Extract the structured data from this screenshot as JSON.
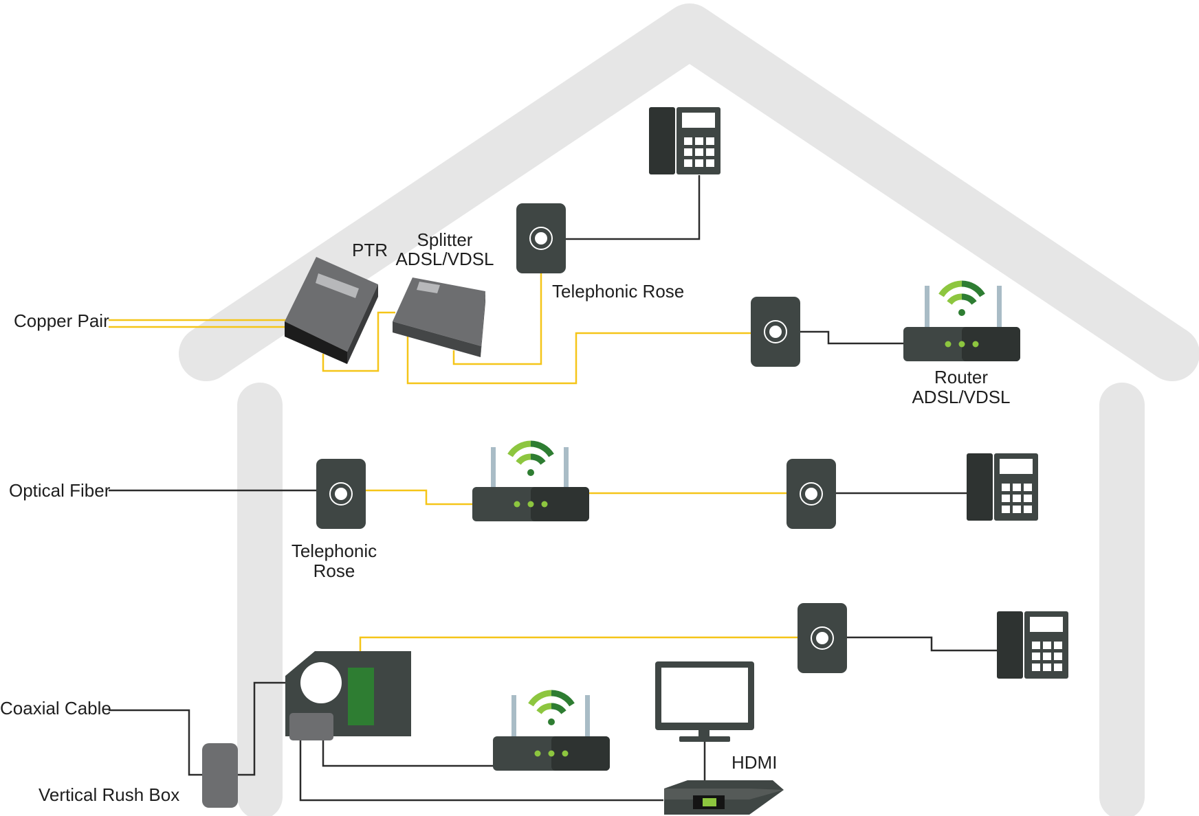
{
  "colors": {
    "house": "#e6e6e6",
    "dark": "#3f4644",
    "darker": "#2e3331",
    "gray": "#6d6e70",
    "yellow_wire": "#f5c518",
    "black_wire": "#2b2b2b",
    "green_light": "#8dc63f",
    "green_dark": "#2e7d32",
    "antenna": "#a9bcc6"
  },
  "labels": {
    "copper_pair": "Copper Pair",
    "optical_fiber": "Optical Fiber",
    "coaxial_cable": "Coaxial Cable",
    "vertical_rush_box": "Vertical Rush Box",
    "ptr": "PTR",
    "splitter_line1": "Splitter",
    "splitter_line2": "ADSL/VDSL",
    "telephonic_rose_top": "Telephonic Rose",
    "router_line1": "Router",
    "router_line2": "ADSL/VDSL",
    "telephonic_rose_mid_line1": "Telephonic",
    "telephonic_rose_mid_line2": "Rose",
    "hdmi": "HDMI"
  },
  "icons": [
    "house-outline",
    "telephone-icon",
    "wall-socket-icon",
    "router-icon",
    "wifi-icon",
    "ptr-box-icon",
    "splitter-icon",
    "cable-modem-icon",
    "tv-monitor-icon",
    "set-top-box-icon",
    "rush-box-icon"
  ]
}
